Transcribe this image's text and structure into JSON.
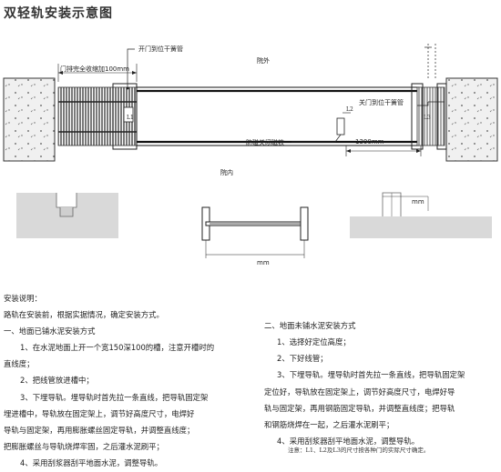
{
  "title": "双轻轨安装示意图",
  "plan": {
    "outside_label": "院外",
    "inside_label": "院内",
    "open_switch_label": "开门到位干簧管",
    "close_switch_label": "关门到位干簧管",
    "magnet_label": "防碰关闭磁铁",
    "shrink_label": "门排完全收缩加100mm",
    "dim_1300": "1300mm",
    "l1": "L1",
    "l2": "L2",
    "l3": "L3"
  },
  "sections": {
    "mm_label_1": "mm",
    "mm_label_2": "mm"
  },
  "instructions": {
    "heading": "安装说明：",
    "intro": "路轨在安装前，根据实据情况，确定安装方式。",
    "left": {
      "title": "一、地面已铺水泥安装方式",
      "lines": [
        "1、在水泥地面上开一个宽150深100的槽，注意开槽时的",
        "直线度；",
        "2、把线管放进槽中；",
        "3、下埋导轨。埋导轨时首先拉一条直线，把导轨固定架",
        "埋进槽中，导轨放在固定架上，调节好高度尺寸，电焊好",
        "导轨与固定架，再用膨胀螺丝固定导轨，并调整直线度；",
        "把膨胀螺丝与导轨烧焊牢固，之后灌水泥刷平；",
        "4、采用刮浆器刮平地面水泥，调整导轨。"
      ]
    },
    "right": {
      "title": "二、地面未铺水泥安装方式",
      "lines": [
        "1、选择好定位高度；",
        "2、下好线管；",
        "3、下埋导轨。埋导轨时首先拉一条直线，把导轨固定架",
        "定位好，导轨放在固定架上，调节好高度尺寸，电焊好导",
        "轨与固定架，再用钢筋固定导轨，并调整直线度；把导轨",
        "和钢筋烧焊在一起，之后灌水泥刷平；",
        "4、采用刮浆器刮平地面水泥，调整导轨。"
      ]
    },
    "note": "注意：L1、L2及L3的尺寸按各种门的实际尺寸确定。"
  }
}
